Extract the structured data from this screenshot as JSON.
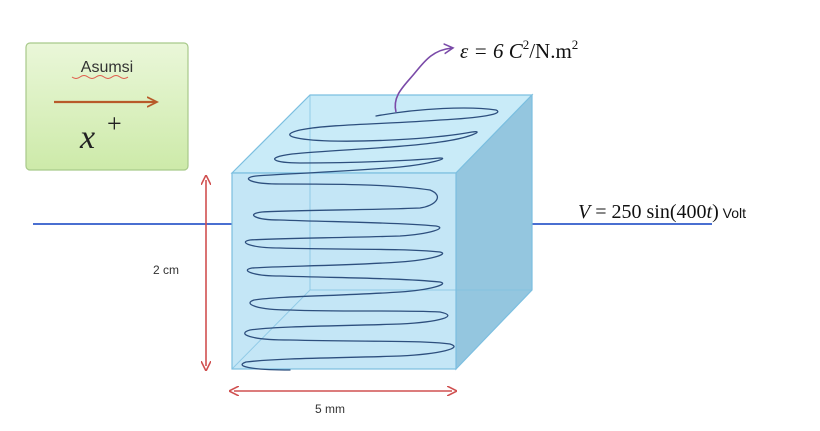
{
  "assumption_box": {
    "title": "Asumsi",
    "direction_label": "x",
    "direction_sign": "+"
  },
  "permittivity": {
    "prefix": "ε = 6 C",
    "exp1": "2",
    "middle": "/N.m",
    "exp2": "2"
  },
  "voltage": {
    "lhs": "V",
    "eq": " = 250 sin(400",
    "t": "t",
    "close": ")",
    "unit": " Volt"
  },
  "dimensions": {
    "height": "2 cm",
    "width": "5 mm"
  },
  "colors": {
    "box_fill": "#d6f0bd",
    "box_border": "#a8c98a",
    "cube_front": "#bfe4f5",
    "cube_side": "#94c6df",
    "cube_top": "#c9ebf8",
    "cube_edge": "#7cbfe0",
    "wire": "#4a6fd1",
    "coil": "#2d4f7e",
    "dim_arrow": "#d05050",
    "pointer_arrow": "#7a4aa8",
    "x_arrow": "#b85a2a"
  }
}
